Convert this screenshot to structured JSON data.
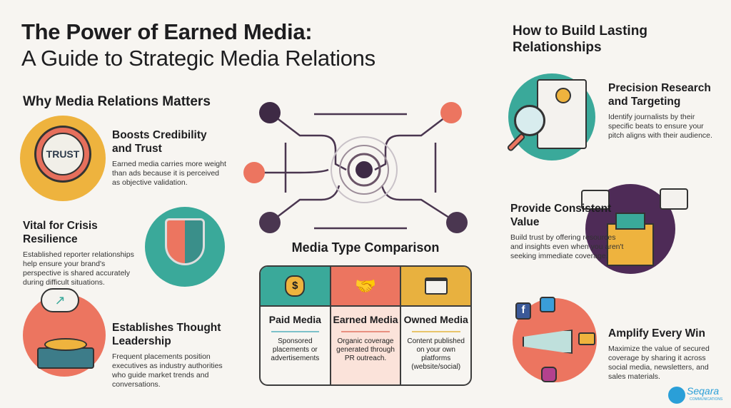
{
  "title": {
    "line1": "The Power of Earned Media:",
    "line2": "A Guide to Strategic Media Relations"
  },
  "left": {
    "heading": "Why Media Relations Matters",
    "items": [
      {
        "title": "Boosts Credibility and Trust",
        "desc": "Earned media carries more weight than ads because it is perceived as objective validation.",
        "badge": "TRUST",
        "icon": "trust-badge-icon"
      },
      {
        "title": "Vital for Crisis Resilience",
        "desc": "Established reporter relationships help ensure your brand's perspective is shared accurately during difficult situations.",
        "icon": "shield-hands-icon"
      },
      {
        "title": "Establishes Thought Leadership",
        "desc": "Frequent placements position executives as industry authorities who guide market trends and conversations.",
        "icon": "podium-idea-icon"
      }
    ]
  },
  "right": {
    "heading": "How to Build Lasting Relationships",
    "items": [
      {
        "title": "Precision Research and Targeting",
        "desc": "Identify journalists by their specific beats to ensure your pitch aligns with their audience.",
        "icon": "magnifier-document-icon"
      },
      {
        "title": "Provide Consistent Value",
        "desc": "Build trust by offering resources and insights even when you aren't seeking immediate coverage.",
        "icon": "gift-box-icon"
      },
      {
        "title": "Amplify Every Win",
        "desc": "Maximize the value of secured coverage by sharing it across social media, newsletters, and sales materials.",
        "icon": "megaphone-icon"
      }
    ]
  },
  "comparison": {
    "heading": "Media Type Comparison",
    "columns": [
      {
        "name": "Paid Media",
        "desc": "Sponsored placements or advertisements",
        "color": "#3aa99a",
        "icon": "money-bag-icon"
      },
      {
        "name": "Earned Media",
        "desc": "Organic coverage generated through PR outreach.",
        "color": "#ec7560",
        "icon": "handshake-icon"
      },
      {
        "name": "Owned Media",
        "desc": "Content published on your own platforms (website/social)",
        "color": "#e8b13f",
        "icon": "webpage-icon"
      }
    ]
  },
  "logo": {
    "name": "Seqara",
    "sub": "COMMUNICATIONS"
  }
}
